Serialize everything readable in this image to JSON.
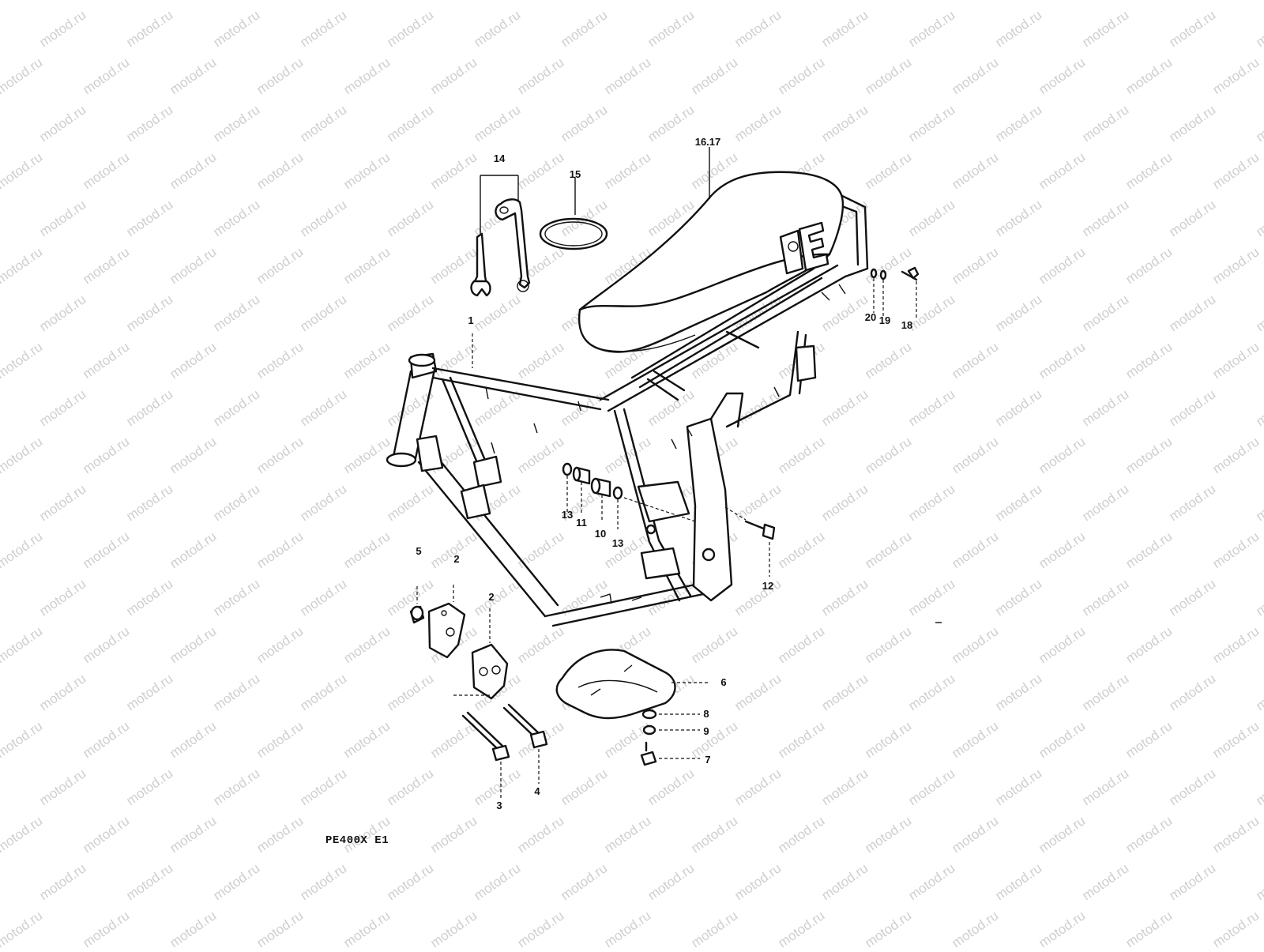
{
  "watermark": "motod.ru",
  "model_code": "PE400X E1",
  "seat_logo": "PE",
  "callouts": {
    "c1": "1",
    "c2a": "2",
    "c2b": "2",
    "c3": "3",
    "c4": "4",
    "c5": "5",
    "c6": "6",
    "c7": "7",
    "c8": "8",
    "c9": "9",
    "c10": "10",
    "c11": "11",
    "c12": "12",
    "c13a": "13",
    "c13b": "13",
    "c14": "14",
    "c15": "15",
    "c16_17": "16.17",
    "c18": "18",
    "c19": "19",
    "c20": "20"
  }
}
